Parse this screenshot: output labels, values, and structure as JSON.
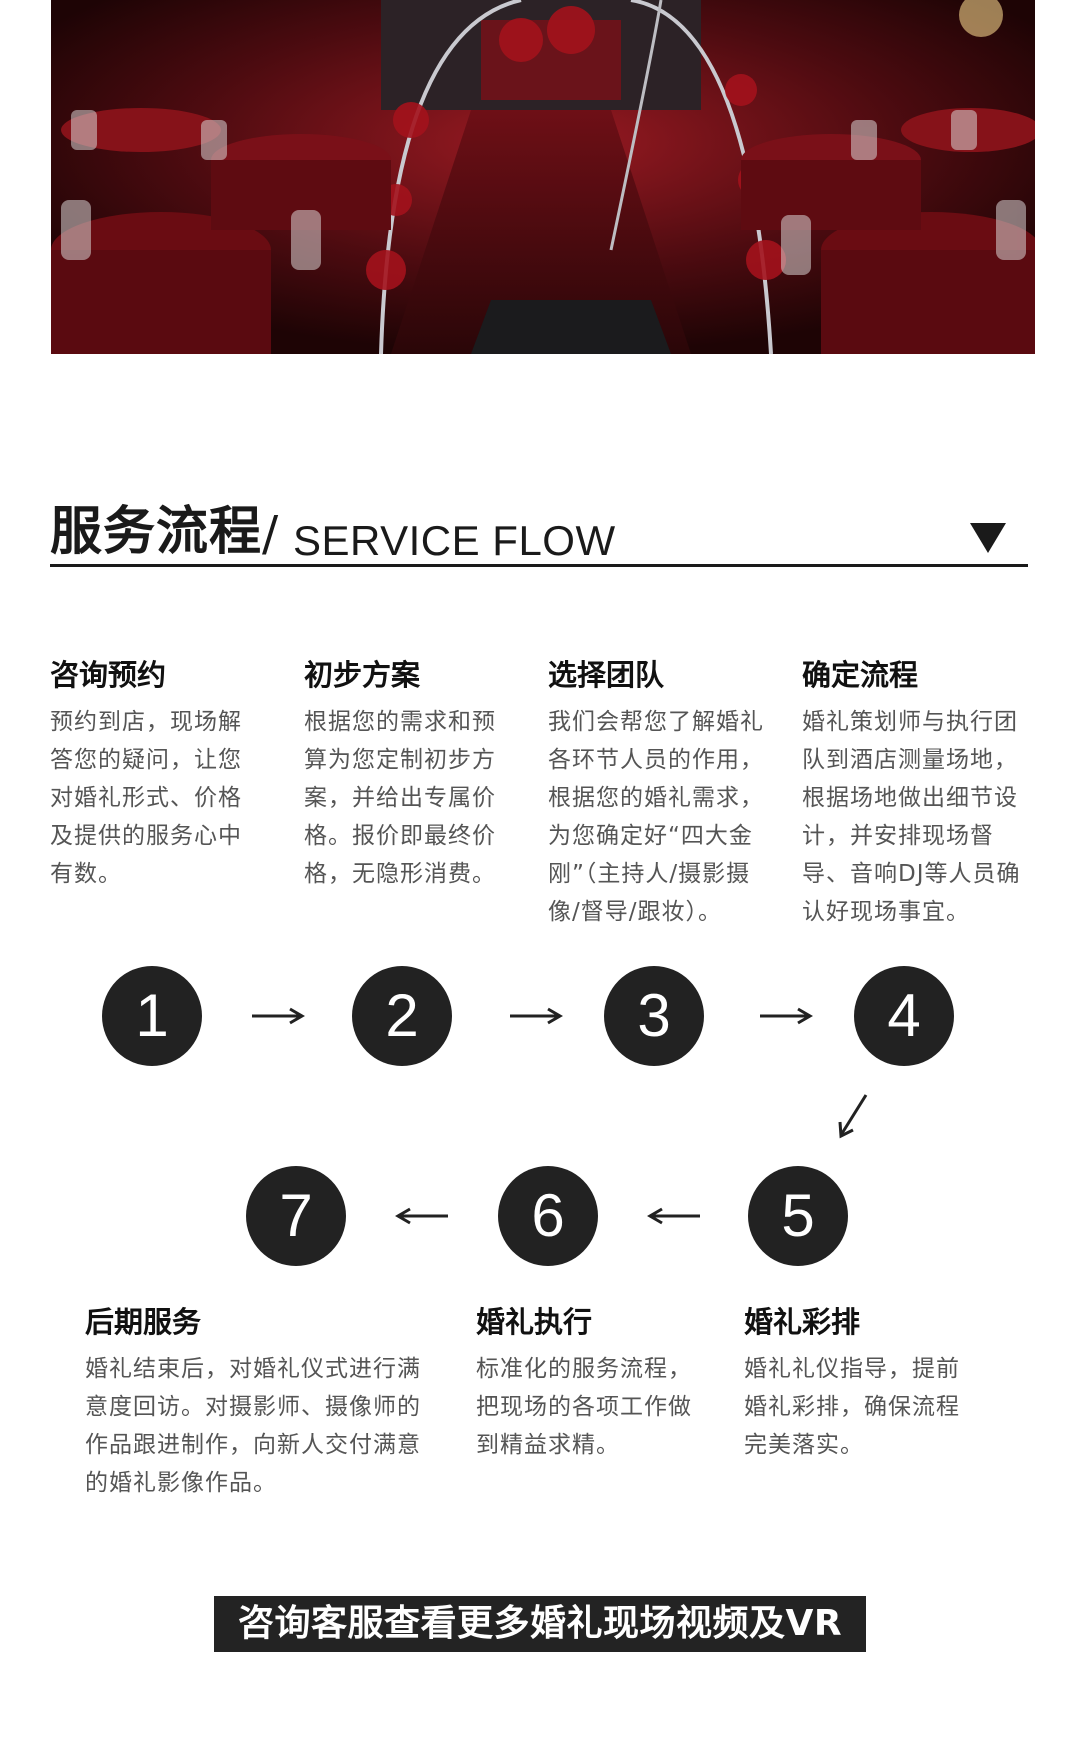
{
  "section": {
    "title_cn": "服务流程",
    "slash": "/",
    "title_en": "SERVICE FLOW"
  },
  "steps": [
    {
      "num": "1",
      "title": "咨询预约",
      "desc": "预约到店，现场解答您的疑问，让您对婚礼形式、价格及提供的服务心中有数。"
    },
    {
      "num": "2",
      "title": "初步方案",
      "desc": "根据您的需求和预算为您定制初步方案，并给出专属价格。报价即最终价格，无隐形消费。"
    },
    {
      "num": "3",
      "title": "选择团队",
      "desc": "我们会帮您了解婚礼各环节人员的作用，根据您的婚礼需求，为您确定好“四大金刚”（主持人/摄影摄像/督导/跟妆）。"
    },
    {
      "num": "4",
      "title": "确定流程",
      "desc": "婚礼策划师与执行团队到酒店测量场地，根据场地做出细节设计，并安排现场督导、音响DJ等人员确认好现场事宜。"
    },
    {
      "num": "5",
      "title": "婚礼彩排",
      "desc": "婚礼礼仪指导，提前婚礼彩排，确保流程完美落实。"
    },
    {
      "num": "6",
      "title": "婚礼执行",
      "desc": "标准化的服务流程，把现场的各项工作做到精益求精。"
    },
    {
      "num": "7",
      "title": "后期服务",
      "desc": "婚礼结束后，对婚礼仪式进行满意度回访。对摄影师、摄像师的作品跟进制作，向新人交付满意的婚礼影像作品。"
    }
  ],
  "banner": {
    "text": "咨询客服查看更多婚礼现场视频及VR"
  },
  "colors": {
    "circle": "#222222",
    "banner": "#232323",
    "accent_red": "#8b0a14"
  }
}
